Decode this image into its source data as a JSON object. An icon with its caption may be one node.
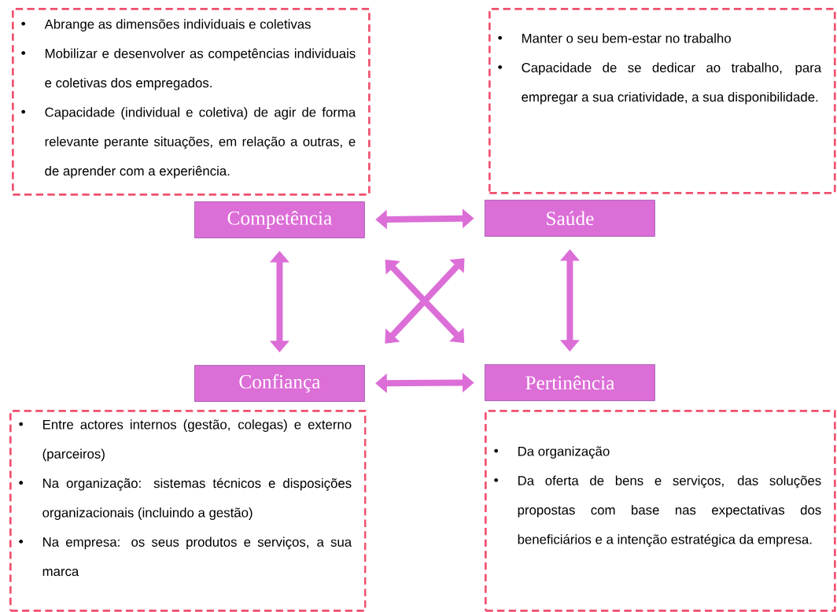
{
  "diagram": {
    "nodes": [
      {
        "text": [
          "Abrange as dimensões individuais e coletivas",
          "Mobilizar e desenvolver as competências individuais e coletivas dos empregados.",
          "Capacidade (individual e coletiva) de agir de forma relevante perante situações, em relação a outras, e de aprender com a experiência."
        ]
      },
      {
        "text": [
          "Manter o seu bem-estar no trabalho",
          "Capacidade de se dedicar ao trabalho, para empregar a sua criatividade, a sua disponibilidade."
        ]
      },
      {
        "text": [
          "Competência"
        ]
      },
      {
        "text": [
          "Saúde"
        ]
      },
      {
        "text": [
          "Confiança"
        ]
      },
      {
        "text": [
          "Pertinência"
        ]
      },
      {
        "text": [
          "Entre actores internos (gestão, colegas) e externo (parceiros)",
          "Na organização: sistemas técnicos e disposições organizacionais (incluindo a gestão)",
          "Na empresa: os seus produtos e serviços, a sua marca"
        ]
      },
      {
        "text": [
          "Da organização",
          "Da oferta de bens e serviços, das soluções propostas com base nas expectativas dos beneficiários e a intenção estratégica da empresa."
        ]
      }
    ],
    "edges": [
      {
        "from": 2,
        "to": 3,
        "arrow": "both"
      },
      {
        "from": 2,
        "to": 4,
        "arrow": "both"
      },
      {
        "from": 3,
        "to": 5,
        "arrow": "both"
      },
      {
        "from": 2,
        "to": 5,
        "arrow": "both"
      },
      {
        "from": 3,
        "to": 4,
        "arrow": "both"
      },
      {
        "from": 4,
        "to": 5,
        "arrow": "both"
      }
    ]
  }
}
